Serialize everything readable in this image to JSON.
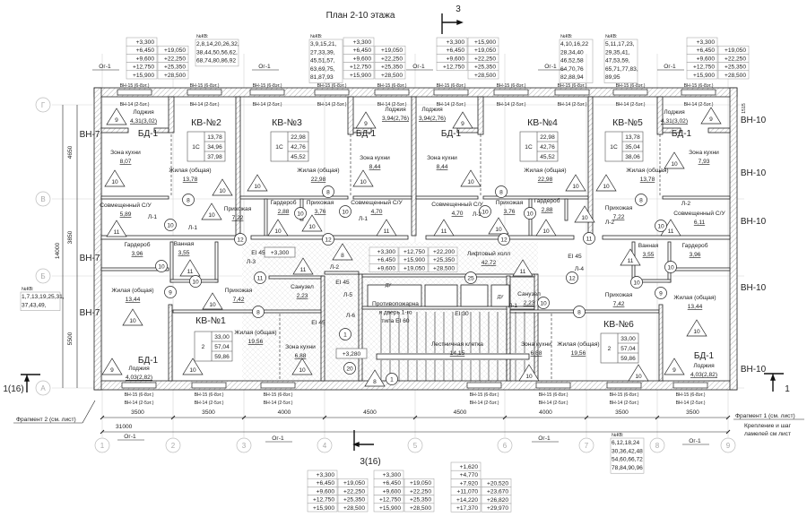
{
  "title": "План 2-10 этажа",
  "section_marks": {
    "top": "3",
    "bottom": "3(16)",
    "left": "1(16)",
    "right": "1"
  },
  "axes": {
    "columns": [
      "1",
      "2",
      "3",
      "4",
      "5",
      "6",
      "7",
      "8",
      "9"
    ],
    "rows": [
      "Г",
      "В",
      "Б",
      "А"
    ]
  },
  "dimensions": {
    "bays": [
      "3500",
      "3500",
      "4000",
      "4500",
      "4500",
      "4000",
      "3500",
      "3500"
    ],
    "total": "31000",
    "left": [
      "4650",
      "3850",
      "5500"
    ],
    "left_total": "14000",
    "small": "1515"
  },
  "apartments": [
    {
      "name": "КВ-№2",
      "rooms": "1С",
      "areas": [
        "13,78",
        "34,96",
        "37,98"
      ]
    },
    {
      "name": "КВ-№3",
      "rooms": "1С",
      "areas": [
        "22,98",
        "42,76",
        "45,52"
      ]
    },
    {
      "name": "КВ-№4",
      "rooms": "1С",
      "areas": [
        "22,98",
        "42,76",
        "45,52"
      ]
    },
    {
      "name": "КВ-№5",
      "rooms": "1С",
      "areas": [
        "13,78",
        "35,04",
        "38,06"
      ]
    },
    {
      "name": "КВ-№1",
      "rooms": "2",
      "areas": [
        "33,00",
        "57,04",
        "59,86"
      ]
    },
    {
      "name": "КВ-№6",
      "rooms": "2",
      "areas": [
        "33,00",
        "57,04",
        "59,86"
      ]
    }
  ],
  "rooms": [
    {
      "name": "Лоджия",
      "area": "4,31(3,02)"
    },
    {
      "name": "Лоджия",
      "area": "3,94(2,76)"
    },
    {
      "name": "Лоджия",
      "area": "3,94(2,76)"
    },
    {
      "name": "Лоджия",
      "area": "4,31(3,02)"
    },
    {
      "name": "Зона кухни",
      "area": "8,07"
    },
    {
      "name": "Жилая (общая)",
      "area": "13,78"
    },
    {
      "name": "Жилая (общая)",
      "area": "22,98"
    },
    {
      "name": "Зона кухни",
      "area": "8,44"
    },
    {
      "name": "Зона кухни",
      "area": "8,44"
    },
    {
      "name": "Жилая (общая)",
      "area": "22,98"
    },
    {
      "name": "Жилая (общая)",
      "area": "13,78"
    },
    {
      "name": "Зона кухни",
      "area": "7,93"
    },
    {
      "name": "Совмещенный С/У",
      "area": "5,89"
    },
    {
      "name": "Прихожая",
      "area": "7,22"
    },
    {
      "name": "Гардероб",
      "area": "2,88"
    },
    {
      "name": "Прихожая",
      "area": "3,76"
    },
    {
      "name": "Совмещенный С/У",
      "area": "4,70"
    },
    {
      "name": "Совмещенный С/У",
      "area": "4,70"
    },
    {
      "name": "Прихожая",
      "area": "3,76"
    },
    {
      "name": "Гардероб",
      "area": "2,88"
    },
    {
      "name": "Прихожая",
      "area": "7,22"
    },
    {
      "name": "Совмещенный С/У",
      "area": "6,11"
    },
    {
      "name": "Гардероб",
      "area": "3,96"
    },
    {
      "name": "Ванная",
      "area": "3,55"
    },
    {
      "name": "Жилая (общая)",
      "area": "13,44"
    },
    {
      "name": "Прихожая",
      "area": "7,42"
    },
    {
      "name": "Санузел",
      "area": "2,23"
    },
    {
      "name": "Жилая (общая)",
      "area": "19,56"
    },
    {
      "name": "Зона кухни",
      "area": "6,88"
    },
    {
      "name": "Лоджия",
      "area": "4,03(2,82)"
    },
    {
      "name": "Лифтовый холл",
      "area": "42,72"
    },
    {
      "name": "Лестничная клетка",
      "area": "14,15"
    },
    {
      "name": "Санузел",
      "area": "2,23"
    },
    {
      "name": "Прихожая",
      "area": "7,42"
    },
    {
      "name": "Ванная",
      "area": "3,55"
    },
    {
      "name": "Гардероб",
      "area": "3,96"
    },
    {
      "name": "Жилая (общая)",
      "area": "13,44"
    },
    {
      "name": "Зона кухни",
      "area": "6,88"
    },
    {
      "name": "Жилая (общая)",
      "area": "19,56"
    },
    {
      "name": "Лоджия",
      "area": "4,03(2,82)"
    }
  ],
  "room_tags": [
    "9",
    "9",
    "9",
    "9",
    "9",
    "9",
    "10",
    "10",
    "10",
    "10",
    "10",
    "10",
    "10",
    "10",
    "10",
    "10",
    "10",
    "10",
    "10",
    "10",
    "10",
    "10",
    "10",
    "10",
    "10",
    "10",
    "10",
    "11",
    "11",
    "11",
    "11",
    "11",
    "11",
    "11",
    "11",
    "8",
    "8"
  ],
  "door_tags": [
    "8",
    "10",
    "8",
    "10",
    "10",
    "12",
    "12",
    "8",
    "10",
    "10",
    "8",
    "12",
    "11",
    "10",
    "10",
    "10",
    "11",
    "9",
    "8",
    "1",
    "20",
    "1",
    "25",
    "12",
    "10",
    "8",
    "10",
    "9",
    "10"
  ],
  "level_marks": [
    "+3,300",
    "+3,280"
  ],
  "labels": {
    "bd": "БД-1",
    "vn7": "ВН-7",
    "vn10": "ВН-10",
    "og": "Ог-1",
    "l1": "Л-1",
    "l2": "Л-2",
    "l3": "Л-3",
    "l4": "Л-4",
    "l5": "Л-5",
    "l6": "Л-6",
    "ei45": "EI 45",
    "ei30": "EI 30",
    "du": "ДУ",
    "fire_door": [
      "Противопожарна",
      "я дверь 1-го",
      "типа EI 60"
    ],
    "window_upper": "ВН-15 (6-8эт.)",
    "window_lower": "ВН-14 (2-5эт.)"
  },
  "elevation_tables": [
    {
      "columns": [
        [
          "+3,300",
          "+6,450",
          "+9,600",
          "+12,750",
          "+15,900"
        ],
        [
          "+19,050",
          "+22,250",
          "+25,350",
          "+28,500"
        ]
      ]
    },
    {
      "columns": [
        [
          "+3,300",
          "+6,450",
          "+9,600",
          "+12,750",
          "+15,900"
        ],
        [
          "+19,050",
          "+22,250",
          "+25,350",
          "+28,500"
        ]
      ]
    },
    {
      "columns": [
        [
          "+3,300",
          "+6,450",
          "+9,600",
          "+12,750"
        ],
        [
          "+15,900",
          "+19,050",
          "+22,250",
          "+25,350",
          "+28,500"
        ]
      ]
    },
    {
      "columns": [
        [
          "+3,300",
          "+6,450",
          "+9,600",
          "+12,750",
          "+15,900"
        ],
        [
          "+19,050",
          "+22,250",
          "+25,350",
          "+28,500"
        ]
      ]
    },
    {
      "columns": [
        [
          "+3,300",
          "+6,450",
          "+9,600",
          "+12,750",
          "+15,900"
        ],
        [
          "+19,050",
          "+22,250",
          "+25,350",
          "+28,500"
        ]
      ]
    },
    {
      "columns": [
        [
          "+3,300",
          "+6,450",
          "+9,600",
          "+12,750",
          "+15,900"
        ],
        [
          "+19,050",
          "+22,250",
          "+25,350",
          "+28,500"
        ]
      ]
    },
    {
      "columns": [
        [
          "+1,620",
          "+4,770",
          "+7,920",
          "+11,070",
          "+14,220",
          "+17,370"
        ],
        [
          "+20,520",
          "+23,670",
          "+26,820",
          "+29,970"
        ]
      ]
    },
    {
      "columns": [
        [
          "+3,300",
          "+6,450",
          "+9,600"
        ],
        [
          "+12,750",
          "+15,900",
          "+19,050"
        ],
        [
          "+22,200",
          "+25,350",
          "+28,500"
        ]
      ]
    }
  ],
  "apartment_lists": [
    {
      "header": "№КВ:",
      "lines": [
        "2,8,14,20,26,32,",
        "38,44,50,56,62,",
        "68,74,80,86,92"
      ]
    },
    {
      "header": "№КВ:",
      "lines": [
        "3,9,15,21,",
        "27,33,39,",
        "45,51,57,",
        "63,69,75,",
        "81,87,93"
      ]
    },
    {
      "header": "№КВ:",
      "lines": [
        "4,10,16,22",
        "28,34,40",
        "46,52,58",
        "64,70,76",
        "82,88,94"
      ]
    },
    {
      "header": "№КВ:",
      "lines": [
        "5,11,17,23,",
        "29,35,41,",
        "47,53,59,",
        "65,71,77,83,",
        "89,95"
      ]
    },
    {
      "header": "№КВ:",
      "lines": [
        "1,7,13,19,25,31,",
        "37,43,49,"
      ]
    },
    {
      "header": "№КВ:",
      "lines": [
        "6,12,18,24",
        "30,36,42,48",
        "54,60,66,72",
        "78,84,90,96"
      ]
    }
  ],
  "notes": {
    "fragment2": "Фрагмент 2 (см. лист)",
    "fragment1": "Фрагмент 1 (см. лист)",
    "fastening": [
      "Крепление и шаг",
      "ламелей см лист"
    ]
  }
}
